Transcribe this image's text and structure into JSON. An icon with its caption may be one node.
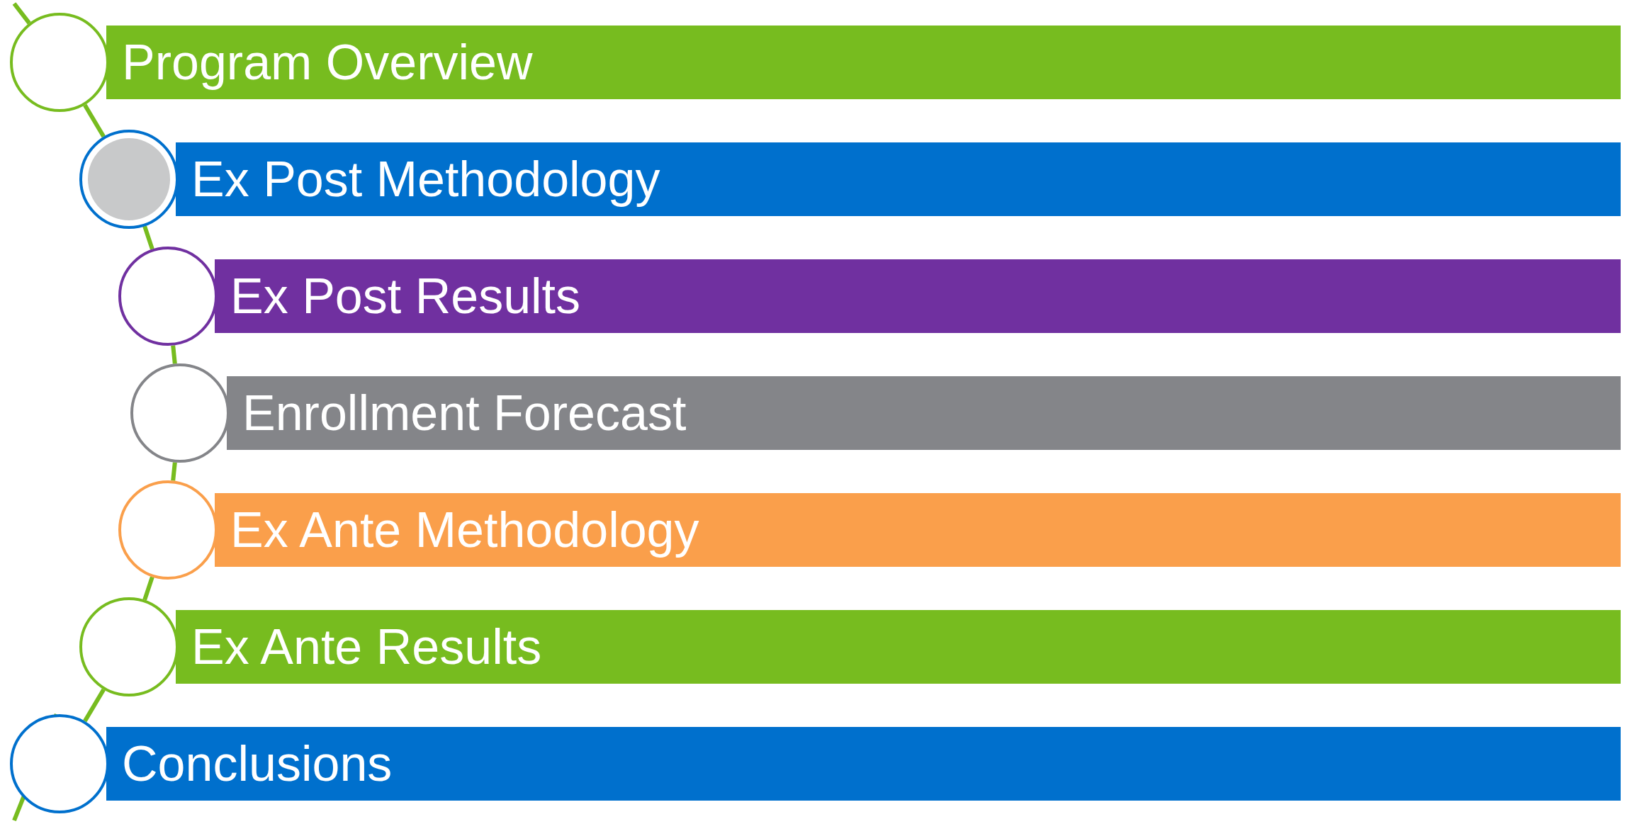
{
  "diagram": {
    "nodes": [
      {
        "text": [
          "Program Overview"
        ]
      },
      {
        "text": [
          "Ex Post Methodology"
        ]
      },
      {
        "text": [
          "Ex Post Results"
        ]
      },
      {
        "text": [
          "Enrollment Forecast"
        ]
      },
      {
        "text": [
          "Ex Ante Methodology"
        ]
      },
      {
        "text": [
          "Ex Ante Results"
        ]
      },
      {
        "text": [
          "Conclusions"
        ]
      },
      {
        "text": [],
        "shape": "circle"
      },
      {
        "text": [],
        "shape": "circle"
      },
      {
        "text": [],
        "shape": "circle"
      },
      {
        "text": [],
        "shape": "circle"
      },
      {
        "text": [],
        "shape": "circle"
      },
      {
        "text": [],
        "shape": "circle"
      },
      {
        "text": [],
        "shape": "circle"
      }
    ],
    "edges": [
      {
        "from": null,
        "to": 7,
        "arrow": "none"
      },
      {
        "from": 7,
        "to": 8,
        "arrow": "none"
      },
      {
        "from": 8,
        "to": 9,
        "arrow": "none"
      },
      {
        "from": 9,
        "to": 10,
        "arrow": "none"
      },
      {
        "from": 10,
        "to": 11,
        "arrow": "none"
      },
      {
        "from": 11,
        "to": 12,
        "arrow": "none"
      },
      {
        "from": 12,
        "to": 13,
        "arrow": "none"
      },
      {
        "from": 13,
        "to": null,
        "arrow": "none"
      }
    ]
  }
}
